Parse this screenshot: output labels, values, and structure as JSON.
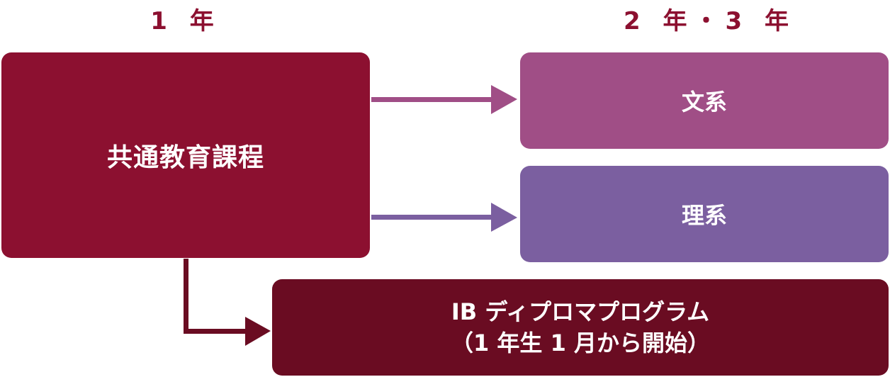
{
  "headings": {
    "year1": "1 年",
    "year23": "2 年・3 年"
  },
  "nodes": {
    "common": {
      "label": "共通教育課程",
      "color": "#8c1030"
    },
    "bunkei": {
      "label": "文系",
      "color": "#a04e86"
    },
    "rikei": {
      "label": "理系",
      "color": "#7b5fa0"
    },
    "ib": {
      "line1": "IB ディプロマプログラム",
      "line2": "（1 年生 1 月から開始）",
      "color": "#6a0c22"
    }
  },
  "edges": [
    {
      "from": "common",
      "to": "bunkei",
      "color": "#a04e86"
    },
    {
      "from": "common",
      "to": "rikei",
      "color": "#7b5fa0"
    },
    {
      "from": "common",
      "to": "ib",
      "color": "#6a0c22"
    }
  ]
}
